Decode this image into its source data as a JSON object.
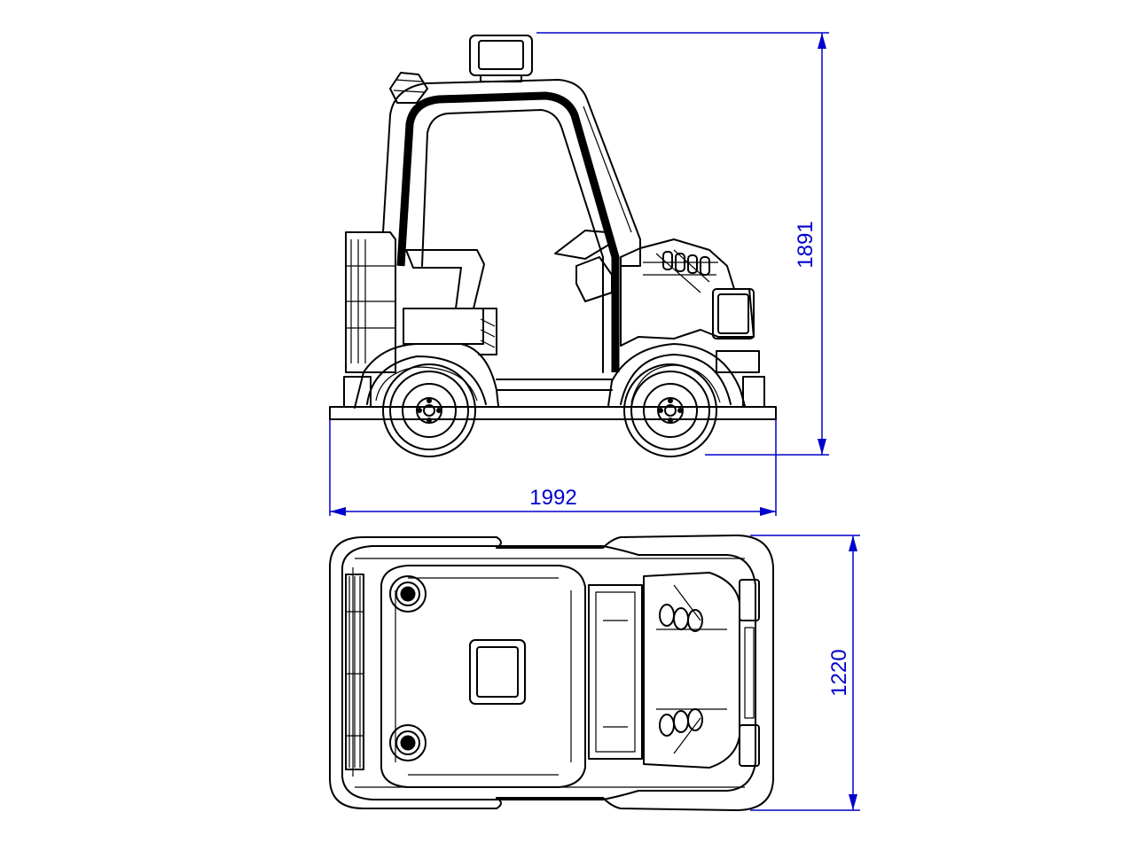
{
  "dimensions": {
    "height": "1891",
    "length": "1992",
    "width": "1220"
  },
  "colors": {
    "dimension": "#0000cc",
    "line": "#000000",
    "background": "#ffffff"
  }
}
